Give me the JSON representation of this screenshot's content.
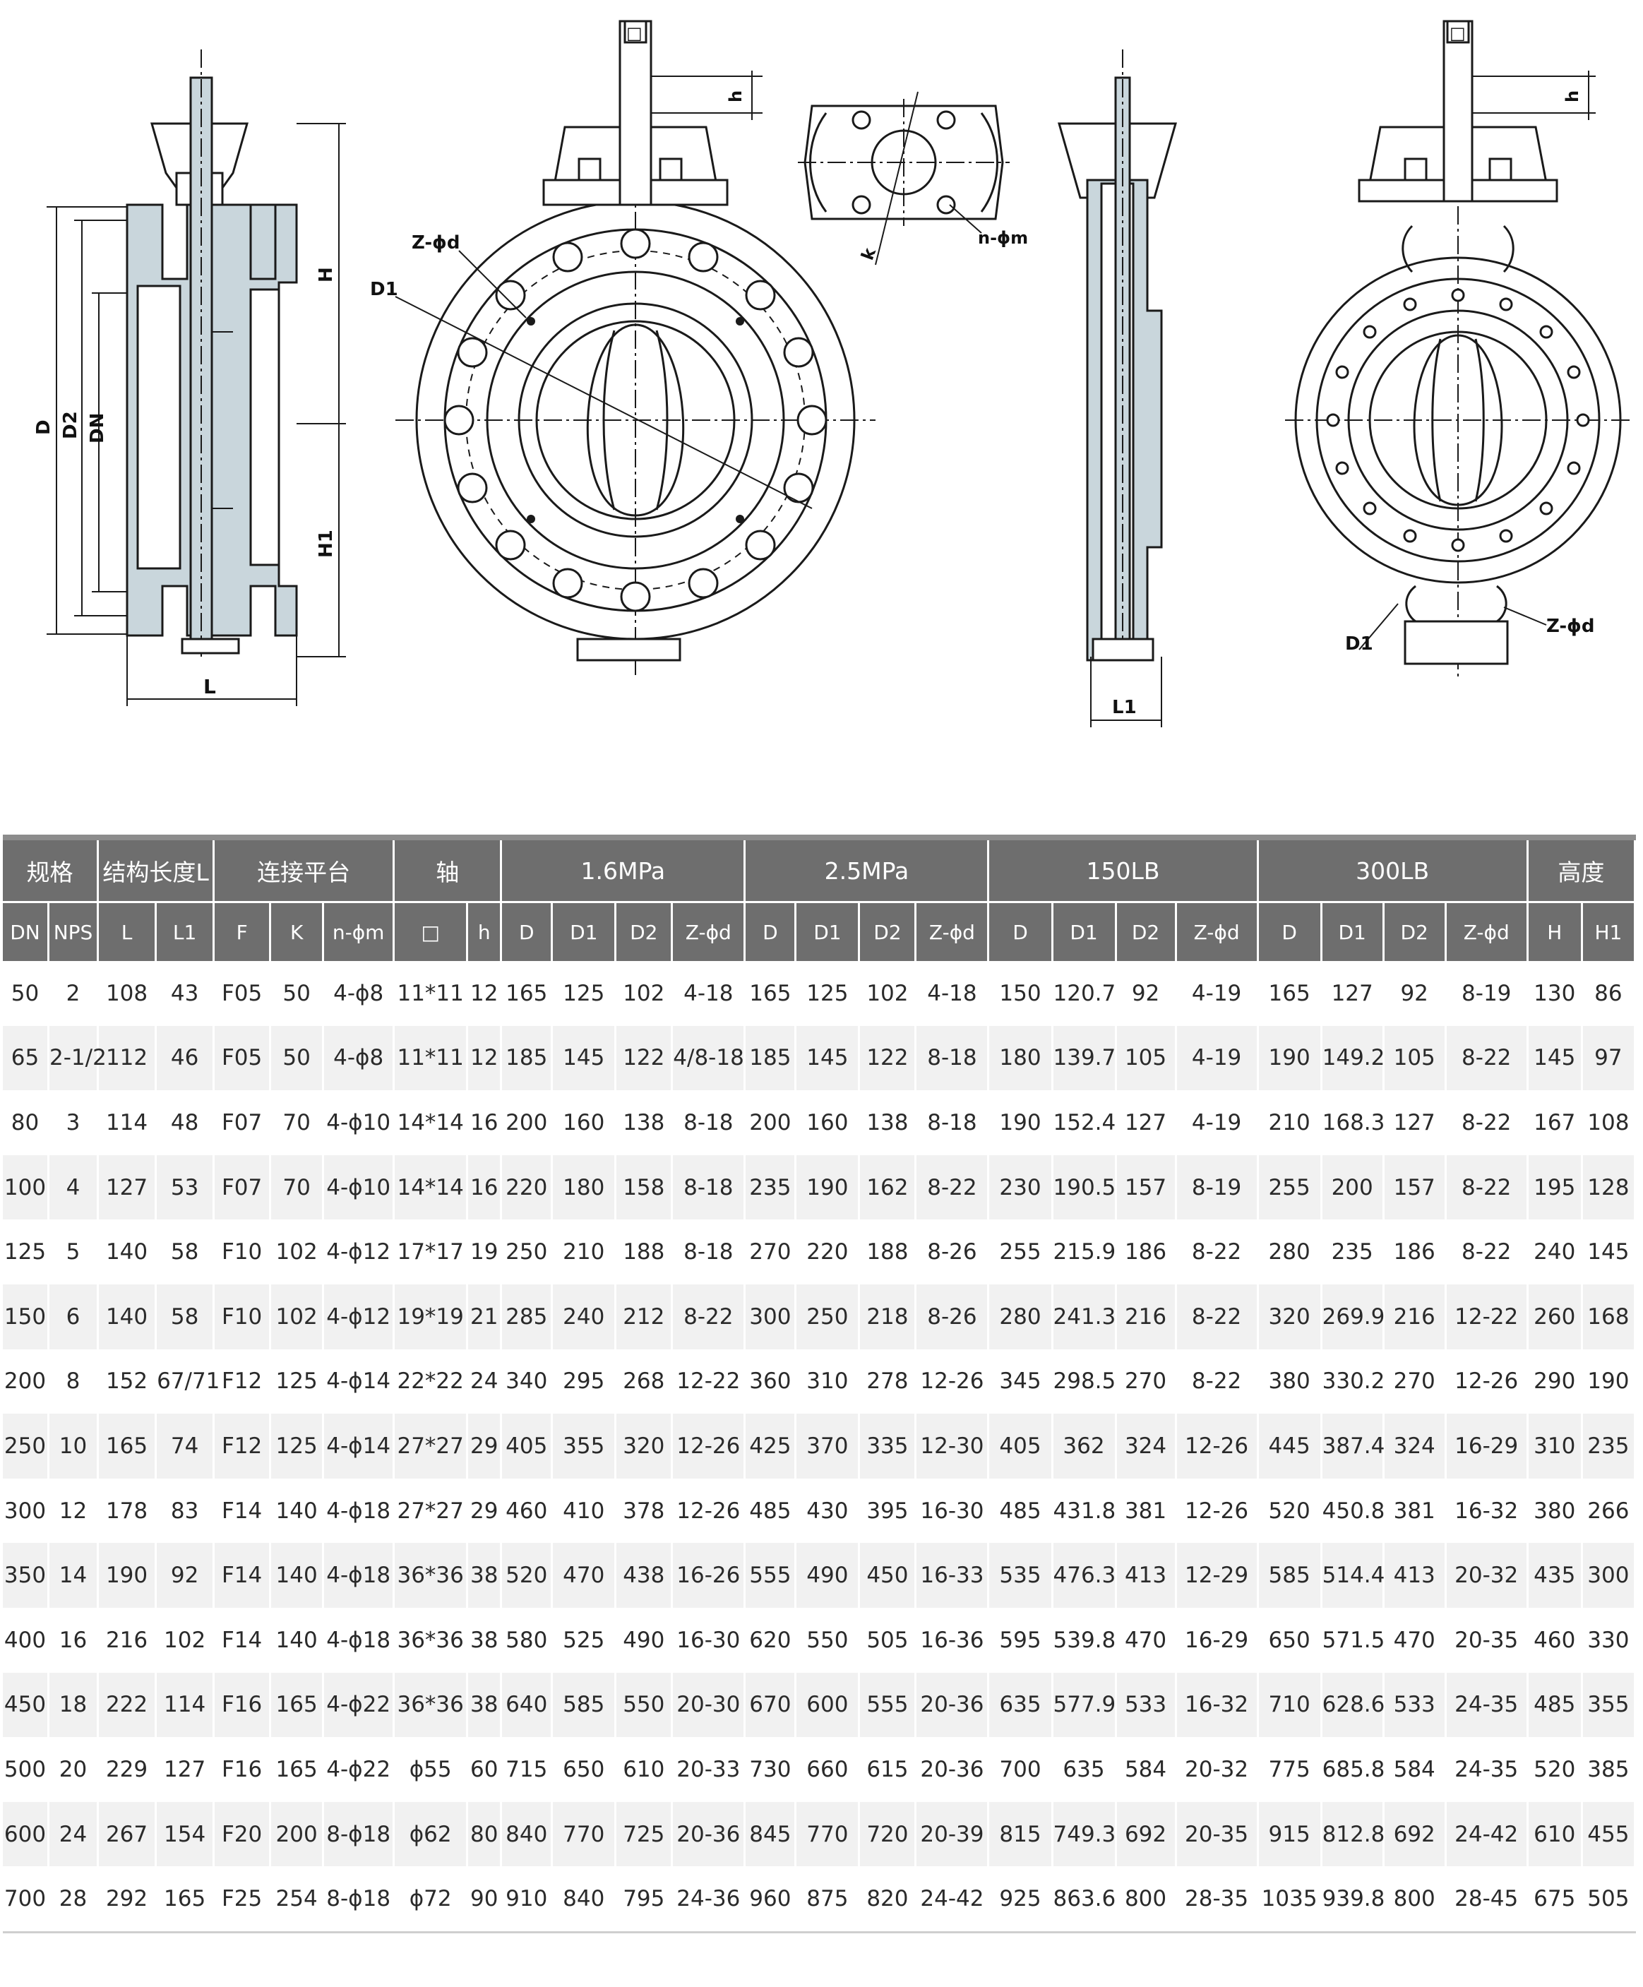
{
  "drawing_labels": {
    "d1": "D1",
    "z_phi_d": "Z-ϕd",
    "n_phi_m": "n-ϕm",
    "k": "k",
    "square": "□",
    "h": "h",
    "H": "H",
    "H1": "H1",
    "D": "D",
    "D2": "D2",
    "DN": "DN",
    "L": "L",
    "L1": "L1"
  },
  "table": {
    "groups": [
      "规格",
      "结构长度L",
      "连接平台",
      "轴",
      "1.6MPa",
      "2.5MPa",
      "150LB",
      "300LB",
      "高度"
    ],
    "subheaders": [
      "DN",
      "NPS",
      "L",
      "L1",
      "F",
      "K",
      "n-ϕm",
      "□",
      "h",
      "D",
      "D1",
      "D2",
      "Z-ϕd",
      "D",
      "D1",
      "D2",
      "Z-ϕd",
      "D",
      "D1",
      "D2",
      "Z-ϕd",
      "D",
      "D1",
      "D2",
      "Z-ϕd",
      "H",
      "H1"
    ],
    "rows": [
      [
        "50",
        "2",
        "108",
        "43",
        "F05",
        "50",
        "4-ϕ8",
        "11*11",
        "12",
        "165",
        "125",
        "102",
        "4-18",
        "165",
        "125",
        "102",
        "4-18",
        "150",
        "120.7",
        "92",
        "4-19",
        "165",
        "127",
        "92",
        "8-19",
        "130",
        "86"
      ],
      [
        "65",
        "2-1/2",
        "112",
        "46",
        "F05",
        "50",
        "4-ϕ8",
        "11*11",
        "12",
        "185",
        "145",
        "122",
        "4/8-18",
        "185",
        "145",
        "122",
        "8-18",
        "180",
        "139.7",
        "105",
        "4-19",
        "190",
        "149.2",
        "105",
        "8-22",
        "145",
        "97"
      ],
      [
        "80",
        "3",
        "114",
        "48",
        "F07",
        "70",
        "4-ϕ10",
        "14*14",
        "16",
        "200",
        "160",
        "138",
        "8-18",
        "200",
        "160",
        "138",
        "8-18",
        "190",
        "152.4",
        "127",
        "4-19",
        "210",
        "168.3",
        "127",
        "8-22",
        "167",
        "108"
      ],
      [
        "100",
        "4",
        "127",
        "53",
        "F07",
        "70",
        "4-ϕ10",
        "14*14",
        "16",
        "220",
        "180",
        "158",
        "8-18",
        "235",
        "190",
        "162",
        "8-22",
        "230",
        "190.5",
        "157",
        "8-19",
        "255",
        "200",
        "157",
        "8-22",
        "195",
        "128"
      ],
      [
        "125",
        "5",
        "140",
        "58",
        "F10",
        "102",
        "4-ϕ12",
        "17*17",
        "19",
        "250",
        "210",
        "188",
        "8-18",
        "270",
        "220",
        "188",
        "8-26",
        "255",
        "215.9",
        "186",
        "8-22",
        "280",
        "235",
        "186",
        "8-22",
        "240",
        "145"
      ],
      [
        "150",
        "6",
        "140",
        "58",
        "F10",
        "102",
        "4-ϕ12",
        "19*19",
        "21",
        "285",
        "240",
        "212",
        "8-22",
        "300",
        "250",
        "218",
        "8-26",
        "280",
        "241.3",
        "216",
        "8-22",
        "320",
        "269.9",
        "216",
        "12-22",
        "260",
        "168"
      ],
      [
        "200",
        "8",
        "152",
        "67/71",
        "F12",
        "125",
        "4-ϕ14",
        "22*22",
        "24",
        "340",
        "295",
        "268",
        "12-22",
        "360",
        "310",
        "278",
        "12-26",
        "345",
        "298.5",
        "270",
        "8-22",
        "380",
        "330.2",
        "270",
        "12-26",
        "290",
        "190"
      ],
      [
        "250",
        "10",
        "165",
        "74",
        "F12",
        "125",
        "4-ϕ14",
        "27*27",
        "29",
        "405",
        "355",
        "320",
        "12-26",
        "425",
        "370",
        "335",
        "12-30",
        "405",
        "362",
        "324",
        "12-26",
        "445",
        "387.4",
        "324",
        "16-29",
        "310",
        "235"
      ],
      [
        "300",
        "12",
        "178",
        "83",
        "F14",
        "140",
        "4-ϕ18",
        "27*27",
        "29",
        "460",
        "410",
        "378",
        "12-26",
        "485",
        "430",
        "395",
        "16-30",
        "485",
        "431.8",
        "381",
        "12-26",
        "520",
        "450.8",
        "381",
        "16-32",
        "380",
        "266"
      ],
      [
        "350",
        "14",
        "190",
        "92",
        "F14",
        "140",
        "4-ϕ18",
        "36*36",
        "38",
        "520",
        "470",
        "438",
        "16-26",
        "555",
        "490",
        "450",
        "16-33",
        "535",
        "476.3",
        "413",
        "12-29",
        "585",
        "514.4",
        "413",
        "20-32",
        "435",
        "300"
      ],
      [
        "400",
        "16",
        "216",
        "102",
        "F14",
        "140",
        "4-ϕ18",
        "36*36",
        "38",
        "580",
        "525",
        "490",
        "16-30",
        "620",
        "550",
        "505",
        "16-36",
        "595",
        "539.8",
        "470",
        "16-29",
        "650",
        "571.5",
        "470",
        "20-35",
        "460",
        "330"
      ],
      [
        "450",
        "18",
        "222",
        "114",
        "F16",
        "165",
        "4-ϕ22",
        "36*36",
        "38",
        "640",
        "585",
        "550",
        "20-30",
        "670",
        "600",
        "555",
        "20-36",
        "635",
        "577.9",
        "533",
        "16-32",
        "710",
        "628.6",
        "533",
        "24-35",
        "485",
        "355"
      ],
      [
        "500",
        "20",
        "229",
        "127",
        "F16",
        "165",
        "4-ϕ22",
        "ϕ55",
        "60",
        "715",
        "650",
        "610",
        "20-33",
        "730",
        "660",
        "615",
        "20-36",
        "700",
        "635",
        "584",
        "20-32",
        "775",
        "685.8",
        "584",
        "24-35",
        "520",
        "385"
      ],
      [
        "600",
        "24",
        "267",
        "154",
        "F20",
        "200",
        "8-ϕ18",
        "ϕ62",
        "80",
        "840",
        "770",
        "725",
        "20-36",
        "845",
        "770",
        "720",
        "20-39",
        "815",
        "749.3",
        "692",
        "20-35",
        "915",
        "812.8",
        "692",
        "24-42",
        "610",
        "455"
      ],
      [
        "700",
        "28",
        "292",
        "165",
        "F25",
        "254",
        "8-ϕ18",
        "ϕ72",
        "90",
        "910",
        "840",
        "795",
        "24-36",
        "960",
        "875",
        "820",
        "24-42",
        "925",
        "863.6",
        "800",
        "28-35",
        "1035",
        "939.8",
        "800",
        "28-45",
        "675",
        "505"
      ]
    ]
  }
}
